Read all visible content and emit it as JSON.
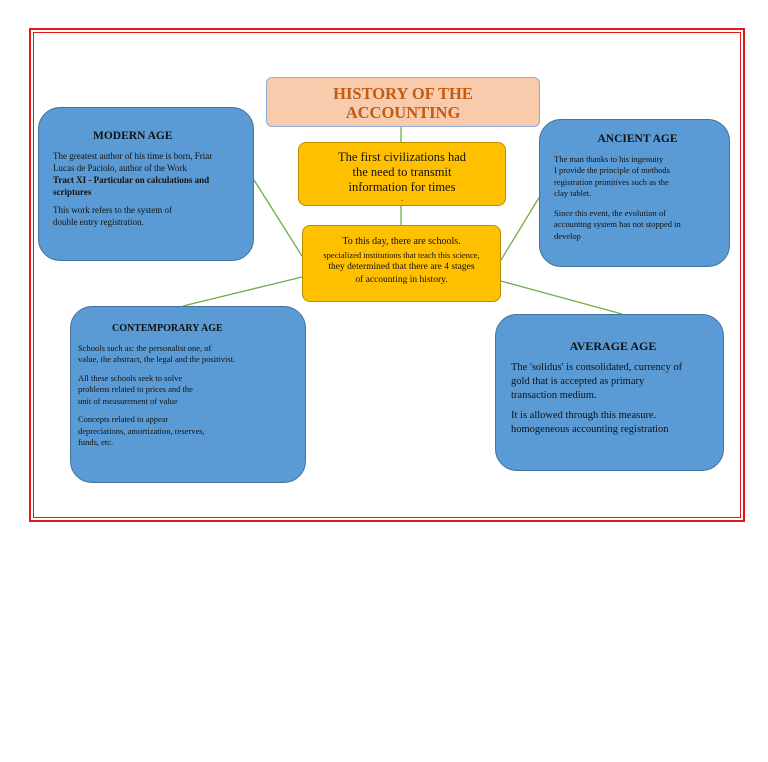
{
  "title": {
    "line1": "HISTORY OF THE",
    "line2": "ACCOUNTING"
  },
  "first_civilizations": {
    "line1": "The first civilizations had",
    "line2": "the need to transmit",
    "line3": "information for times",
    "line4": "."
  },
  "center": {
    "line1": "To this day, there are schools.",
    "line2": "specialized institutions that teach this science,",
    "line3": "they determined that there are 4 stages",
    "line4": "of accounting in history."
  },
  "modern_age": {
    "heading": "MODERN AGE",
    "p1_line1": "The greatest author of his time is born, Friar",
    "p1_line2": "Lucas de Paciolo, author of the Work",
    "p1_bold1": "Tract XI - Particular on calculations and",
    "p1_bold2": "scriptures",
    "p2_line1": "This work refers to the system of",
    "p2_line2": "double entry registration."
  },
  "ancient_age": {
    "heading": "ANCIENT AGE",
    "p1_line1": "The man thanks to his ingenuity",
    "p1_line2": "I provide the principle of methods",
    "p1_line3": "registration primitives such as the",
    "p1_line4": "clay tablet.",
    "p2_line1": "Since this event, the evolution of",
    "p2_line2": "accounting system has not stopped in",
    "p2_line3": "develop"
  },
  "contemporary_age": {
    "heading": "CONTEMPORARY AGE",
    "p1_line1": "Schools such as: the personalist one, of",
    "p1_line2": "value, the abstract, the legal and the positivist.",
    "p2_line1": "All these schools seek to solve",
    "p2_line2": "problems related to prices and the",
    "p2_line3": "unit of measurement of value",
    "p3_line1": "Concepts related to appear",
    "p3_line2": "depreciations, amortization, reserves,",
    "p3_line3": "funds, etc."
  },
  "average_age": {
    "heading": "AVERAGE AGE",
    "p1_line1": "The 'solidus' is consolidated, currency of",
    "p1_line2": "gold that is accepted as primary",
    "p1_line3": "transaction medium.",
    "p2_line1": "It is allowed through this measure.",
    "p2_line2": "homogeneous accounting registration"
  },
  "colors": {
    "frame": "#e01818",
    "blue_box": "#5b9bd5",
    "gold_box": "#ffc000",
    "title_box": "#f8cbad",
    "title_text": "#c55a11",
    "connector": "#70ad47"
  }
}
